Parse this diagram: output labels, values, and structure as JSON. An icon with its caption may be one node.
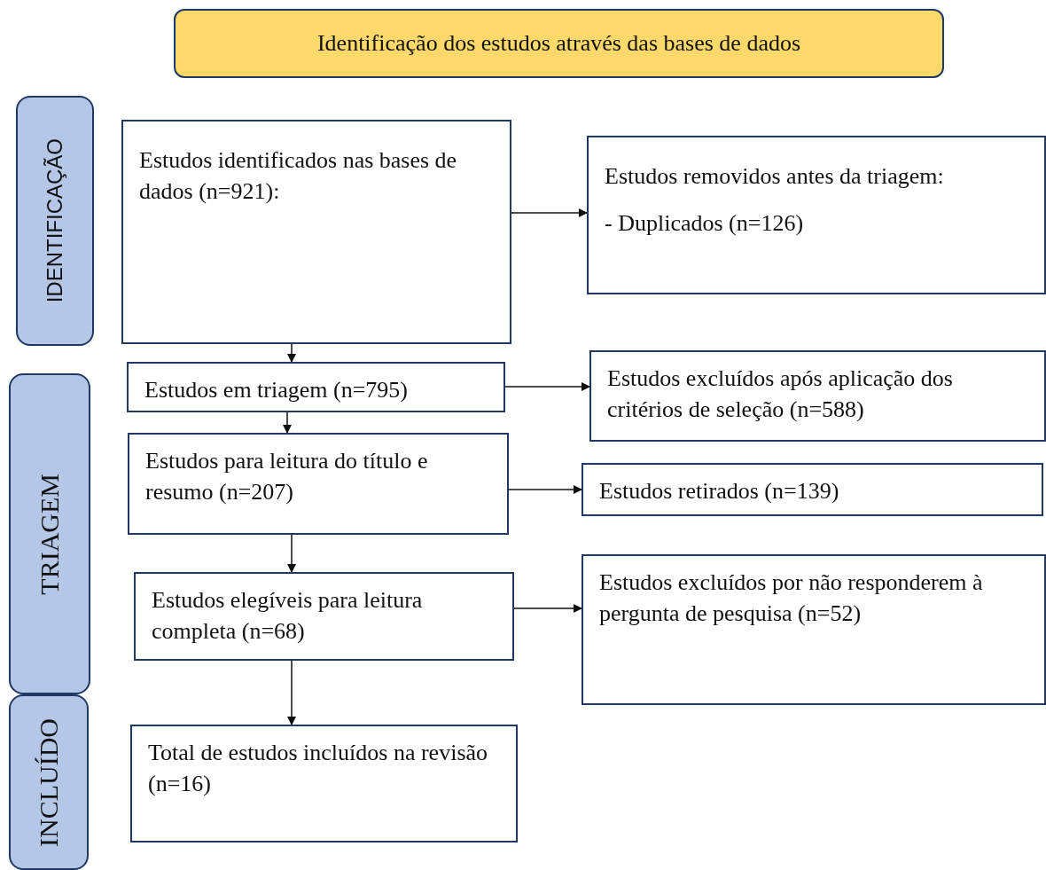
{
  "diagram": {
    "nodes": [
      {
        "text": [
          "Identificação dos estudos através das bases de dados"
        ]
      },
      {
        "text": [
          "IDENTIFICAÇÃO"
        ]
      },
      {
        "text": [
          "TRIAGEM"
        ]
      },
      {
        "text": [
          "INCLUÍDO"
        ]
      },
      {
        "text": [
          "Estudos identificados nas bases de dados (n=921):"
        ]
      },
      {
        "text": [
          "Estudos removidos antes da triagem:",
          "- Duplicados (n=126)"
        ]
      },
      {
        "text": [
          "Estudos em triagem (n=795)"
        ]
      },
      {
        "text": [
          "Estudos excluídos após aplicação dos critérios de seleção (n=588)"
        ]
      },
      {
        "text": [
          "Estudos para leitura do título e resumo (n=207)"
        ]
      },
      {
        "text": [
          "Estudos retirados (n=139)"
        ]
      },
      {
        "text": [
          "Estudos elegíveis para leitura completa (n=68)"
        ]
      },
      {
        "text": [
          "Estudos excluídos por não responderem à pergunta de pesquisa (n=52)"
        ]
      },
      {
        "text": [
          "Total de estudos incluídos na revisão (n=16)"
        ]
      }
    ],
    "edges": [
      {
        "from": 4,
        "to": 5,
        "arrow": "to"
      },
      {
        "from": 4,
        "to": 6,
        "arrow": "to"
      },
      {
        "from": 6,
        "to": 7,
        "arrow": "to"
      },
      {
        "from": 6,
        "to": 8,
        "arrow": "to"
      },
      {
        "from": 8,
        "to": 9,
        "arrow": "to"
      },
      {
        "from": 8,
        "to": 10,
        "arrow": "to"
      },
      {
        "from": 10,
        "to": 11,
        "arrow": "to"
      },
      {
        "from": 10,
        "to": 12,
        "arrow": "to"
      }
    ]
  }
}
